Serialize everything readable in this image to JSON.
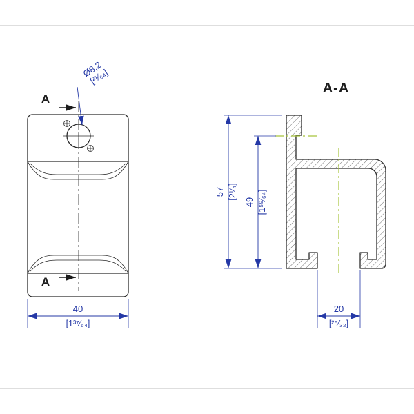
{
  "front_view": {
    "section_marker_top": "A",
    "section_marker_bottom": "A",
    "hole_diameter_mm": "Ø8,2",
    "hole_diameter_inch": "[²¹⁄₆₄]",
    "width_mm": "40",
    "width_inch": "[1³⁷⁄₆₄]"
  },
  "section_view": {
    "title": "A-A",
    "overall_height_mm": "57",
    "overall_height_inch": "[2¹⁄₄]",
    "inner_height_mm": "49",
    "inner_height_inch": "[1⁵⁹⁄₆₄]",
    "opening_width_mm": "20",
    "opening_width_inch": "[²⁵⁄₃₂]"
  },
  "colors": {
    "dimension_text": "#2438a6",
    "centerline_green": "#a8c43c",
    "drawing_line": "#2b2b2b",
    "hatch": "#707070",
    "background": "#ffffff"
  }
}
